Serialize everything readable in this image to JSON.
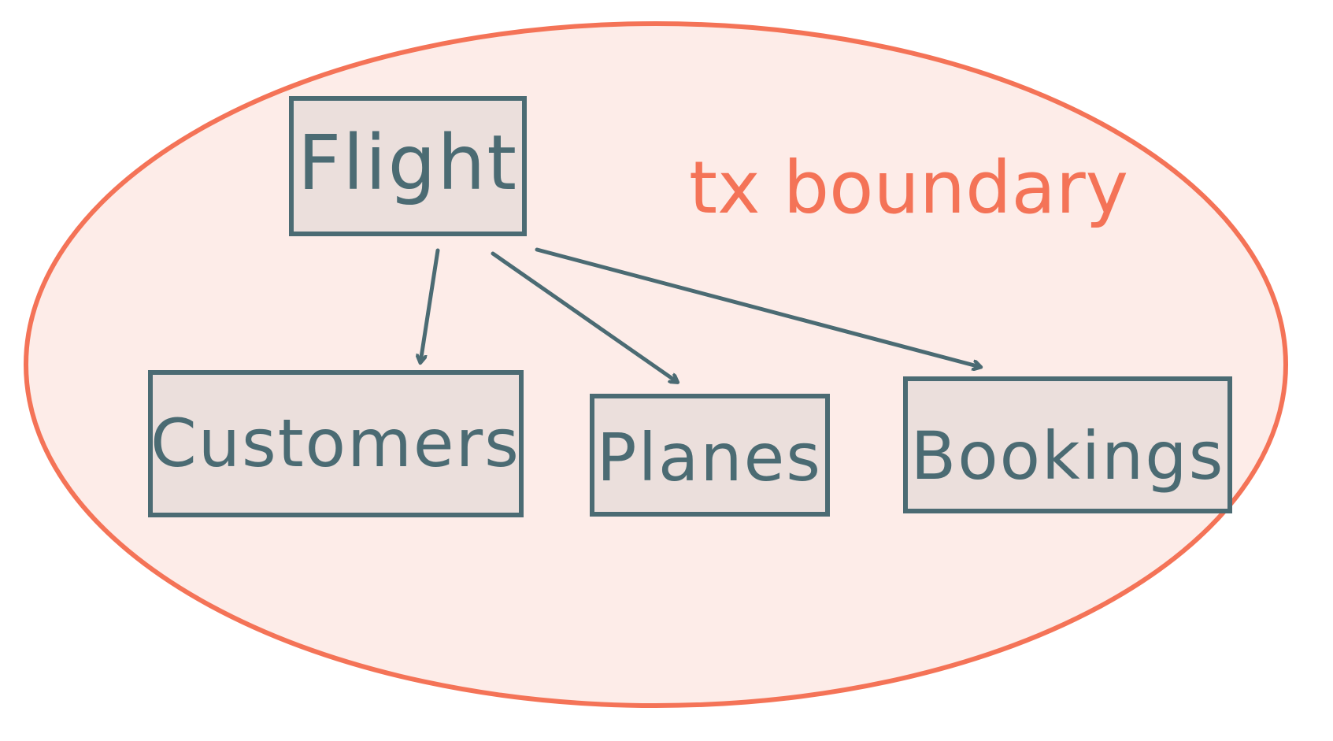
{
  "boundary": {
    "label": "tx boundary",
    "fill_color": "#fdece8",
    "stroke_color": "#f47357"
  },
  "nodes": {
    "flight": {
      "label": "Flight"
    },
    "customers": {
      "label": "Customers"
    },
    "planes": {
      "label": "Planes"
    },
    "bookings": {
      "label": "Bookings"
    }
  },
  "style": {
    "box_fill": "#ebdfdc",
    "box_stroke": "#4b6b73",
    "text_color": "#4b6b73",
    "arrow_color": "#4b6b73"
  },
  "edges": [
    {
      "from": "Flight",
      "to": "Customers"
    },
    {
      "from": "Flight",
      "to": "Planes"
    },
    {
      "from": "Flight",
      "to": "Bookings"
    }
  ]
}
